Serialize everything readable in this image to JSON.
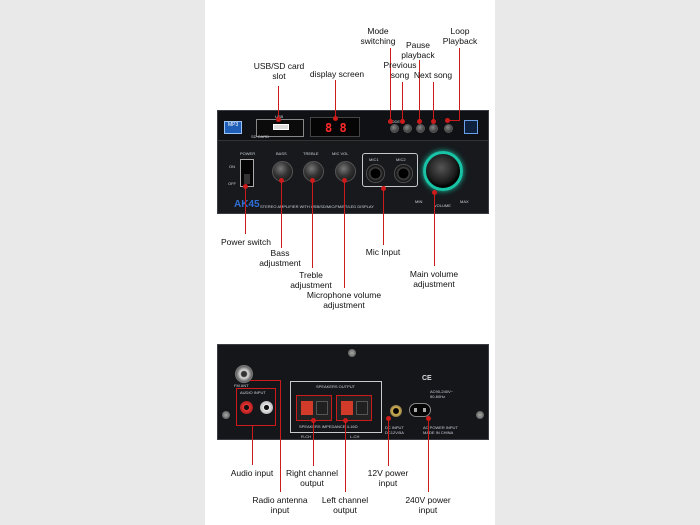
{
  "front_labels": {
    "usb_sd": "USB/SD card\nslot",
    "display_screen": "display screen",
    "mode_switching": "Mode\nswitching",
    "previous_song": "Previous\nsong",
    "pause_playback": "Pause\nplayback",
    "next_song": "Next song",
    "loop_playback": "Loop\nPlayback",
    "power_switch": "Power switch",
    "bass": "Bass\nadjustment",
    "treble": "Treble\nadjustment",
    "mic_volume": "Microphone volume\nadjustment",
    "mic_input": "Mic Input",
    "main_volume": "Main volume\nadjustment"
  },
  "rear_labels": {
    "audio_input": "Audio input",
    "radio_antenna": "Radio antenna\ninput",
    "right_channel": "Right channel\noutput",
    "left_channel": "Left channel\noutput",
    "power_12v": "12V power\ninput",
    "power_240v": "240V power\ninput"
  },
  "front_panel": {
    "mp3_badge": "MP3",
    "usb": "USB",
    "sd_card": "SD CARD",
    "mode": "MODE",
    "power": "POWER",
    "on": "ON",
    "off": "OFF",
    "bass": "BASS",
    "treble": "TREBLE",
    "mic_vol": "MIC VOL",
    "mic1": "MIC1",
    "mic2": "MIC2",
    "model": "AK45",
    "subtitle": "STEREO AMPLIFIER WITH USB/SD/MIC/FM/BT/LED DISPLAY",
    "min": "MIN",
    "max": "MAX",
    "volume": "VOLUME",
    "display_digits": "8 8"
  },
  "rear_panel": {
    "fm_ant": "FM ANT",
    "audio_input": "AUDIO INPUT",
    "speakers_output": "SPEAKERS OUTPUT",
    "impedance": "SPEAKERS IMPEDANCE 4-16Ω",
    "r_ch": "R-CH",
    "l_ch": "L-CH",
    "dc_input": "DC INPUT\nDC12V/5A",
    "ac_rating": "AC90-240V~\n50-60Hz",
    "ac_power_input": "AC POWER INPUT\nMADE IN CHINA",
    "ce": "CE"
  },
  "colors": {
    "callout": "#cc1b1b",
    "panel": "#17191d",
    "display_red": "#ff2a2a",
    "volume_ring": "#19c4a6",
    "model_blue": "#2f6fd6"
  }
}
